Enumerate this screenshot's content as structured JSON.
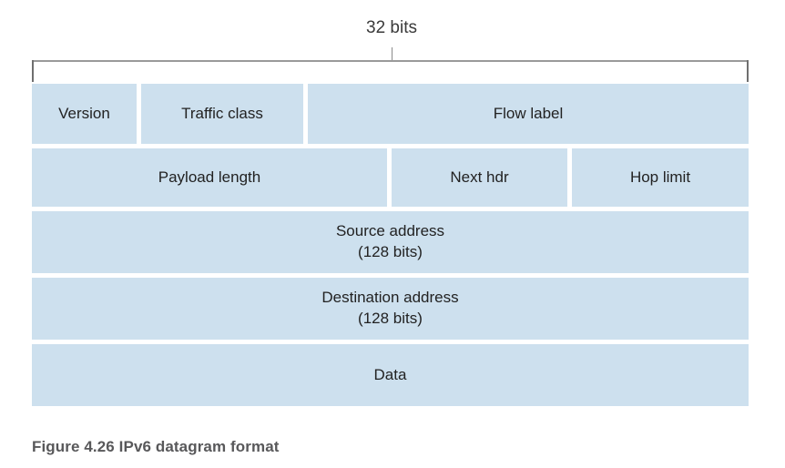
{
  "figure": {
    "width_label": "32 bits",
    "caption": "Figure 4.26 IPv6 datagram format",
    "fill_color": "#cde0ee",
    "bracket_color": "#8a8a8a",
    "text_color": "#222222",
    "caption_color": "#58585a"
  },
  "rows": [
    {
      "cells": [
        {
          "label": "Version"
        },
        {
          "label": "Traffic class"
        },
        {
          "label": "Flow label"
        }
      ]
    },
    {
      "cells": [
        {
          "label": "Payload length"
        },
        {
          "label": "Next hdr"
        },
        {
          "label": "Hop limit"
        }
      ]
    },
    {
      "cells": [
        {
          "label": "Source address",
          "sublabel": "(128 bits)"
        }
      ]
    },
    {
      "cells": [
        {
          "label": "Destination address",
          "sublabel": "(128 bits)"
        }
      ]
    },
    {
      "cells": [
        {
          "label": "Data"
        }
      ]
    }
  ]
}
